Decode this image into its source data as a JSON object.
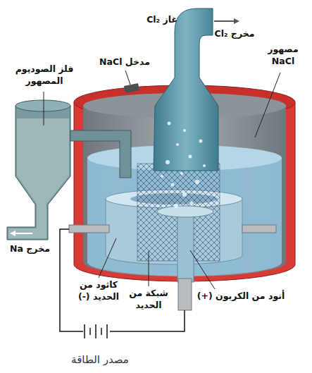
{
  "diagram": {
    "caption": "مصدر الطاقة",
    "labels": [
      "غاز Cl₂",
      "مخرج Cl₂",
      "مدخل NaCl",
      "فلز الصوديوم المصهور",
      "مصهور NaCl",
      "مخرج Na",
      "كاثود من الحديد (-)",
      "شبكة من الحديد",
      "أنود من الكربون (+)"
    ]
  }
}
